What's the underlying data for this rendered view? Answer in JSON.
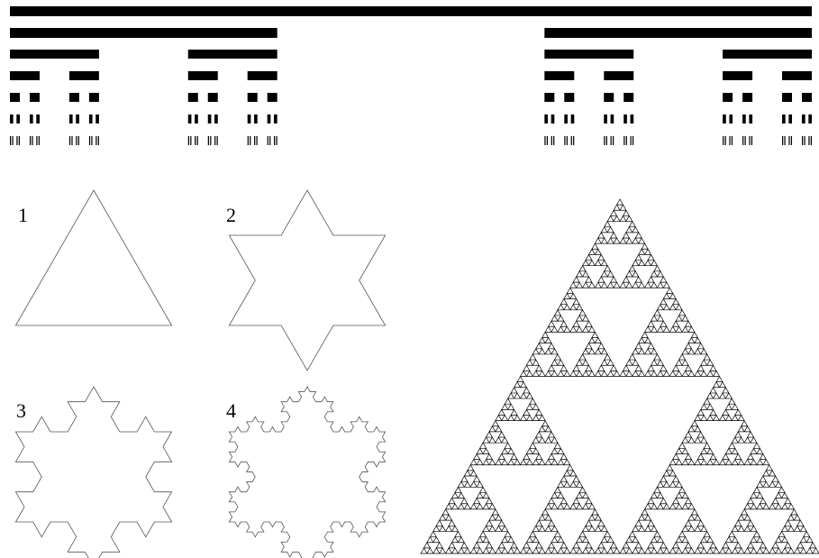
{
  "figure": {
    "panels": [
      {
        "name": "cantor-set",
        "levels": 7
      },
      {
        "name": "koch-snowflake",
        "steps": [
          {
            "label": "1",
            "iterations": 0
          },
          {
            "label": "2",
            "iterations": 1
          },
          {
            "label": "3",
            "iterations": 2
          },
          {
            "label": "4",
            "iterations": 3
          }
        ]
      },
      {
        "name": "sierpinski-triangle",
        "depth": 6
      }
    ],
    "colors": {
      "ink": "#000000",
      "outline": "#555555",
      "paper": "#ffffff"
    }
  }
}
